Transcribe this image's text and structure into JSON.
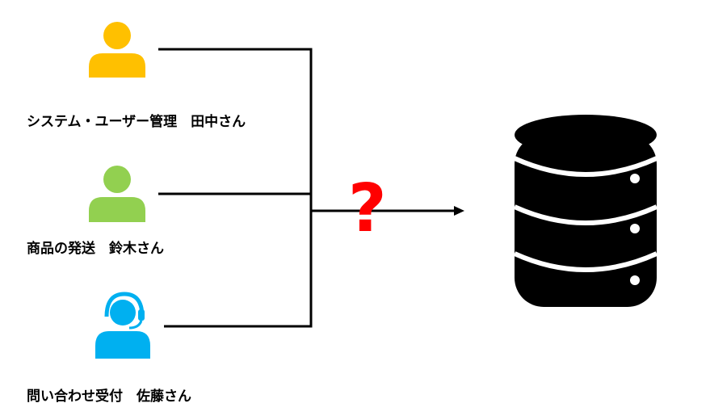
{
  "people": [
    {
      "label": "システム・ユーザー管理　田中さん",
      "icon": "person-icon",
      "color": "#FFC000"
    },
    {
      "label": "商品の発送　鈴木さん",
      "icon": "person-icon",
      "color": "#92D050"
    },
    {
      "label": "問い合わせ受付　佐藤さん",
      "icon": "headset-operator-icon",
      "color": "#00B0F0"
    }
  ],
  "unknown_marker": {
    "text": "?",
    "color": "#FF0000"
  },
  "database": {
    "icon": "database-icon",
    "color": "#000000"
  }
}
